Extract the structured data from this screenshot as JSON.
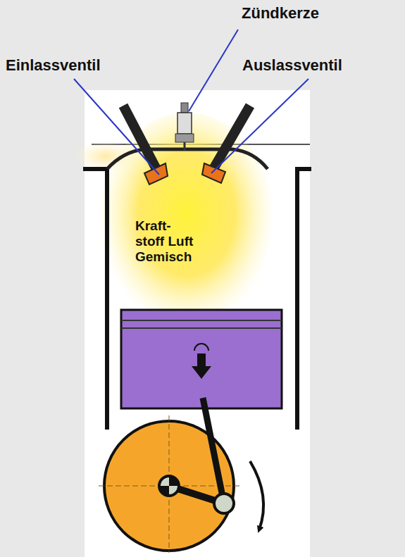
{
  "diagram": {
    "labels": [
      "Zündkerze",
      "Einlassventil",
      "Auslassventil",
      "Kraft- stoff Luft Gemisch"
    ]
  }
}
